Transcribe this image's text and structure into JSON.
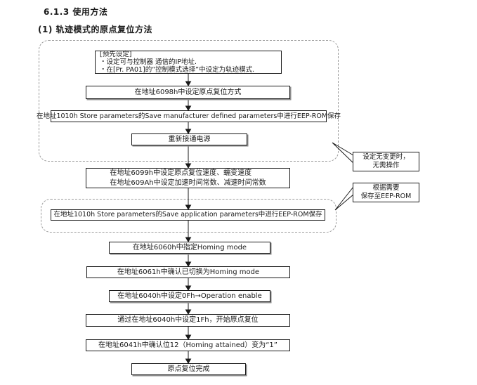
{
  "page": {
    "section_title": "6.1.3 使用方法",
    "subsection_title": "(1) 轨迹模式的原点复位方法"
  },
  "flow": {
    "pre_setting": {
      "lines": [
        "[预先设定]",
        "・设定可与控制器 通信的IP地址.",
        "・在[Pr. PA01]的“控制模式选择”中设定为轨迹模式."
      ]
    },
    "steps": {
      "set_homing_method": "在地址6098h中设定原点复位方式",
      "save_manufacturer": "在地址1010h Store parameters的Save manufacturer defined parameters中进行EEP-ROM保存",
      "power_cycle": "重新接通电源",
      "set_speed_line1": "在地址6099h中设定原点复位速度、蠕变速度",
      "set_speed_line2": "在地址609Ah中设定加速时间常数、减速时间常数",
      "save_application": "在地址1010h Store parameters的Save application parameters中进行EEP-ROM保存",
      "select_homing_mode": "在地址6060h中指定Homing mode",
      "confirm_homing_mode": "在地址6061h中确认已切换为Homing mode",
      "operation_enable": "在地址6040h中设定0Fh→Operation enable",
      "start_homing": "通过在地址6040h中设定1Fh，开始原点复位",
      "confirm_homing_attained": "在地址6041h中确认位12（Homing attained）变为“1”",
      "homing_complete": "原点复位完成"
    },
    "callouts": {
      "no_change": {
        "lines": [
          "设定无变更时，",
          "无需操作"
        ]
      },
      "save_eeprom": {
        "lines": [
          "根据需要",
          "保存至EEP-ROM"
        ]
      }
    }
  }
}
